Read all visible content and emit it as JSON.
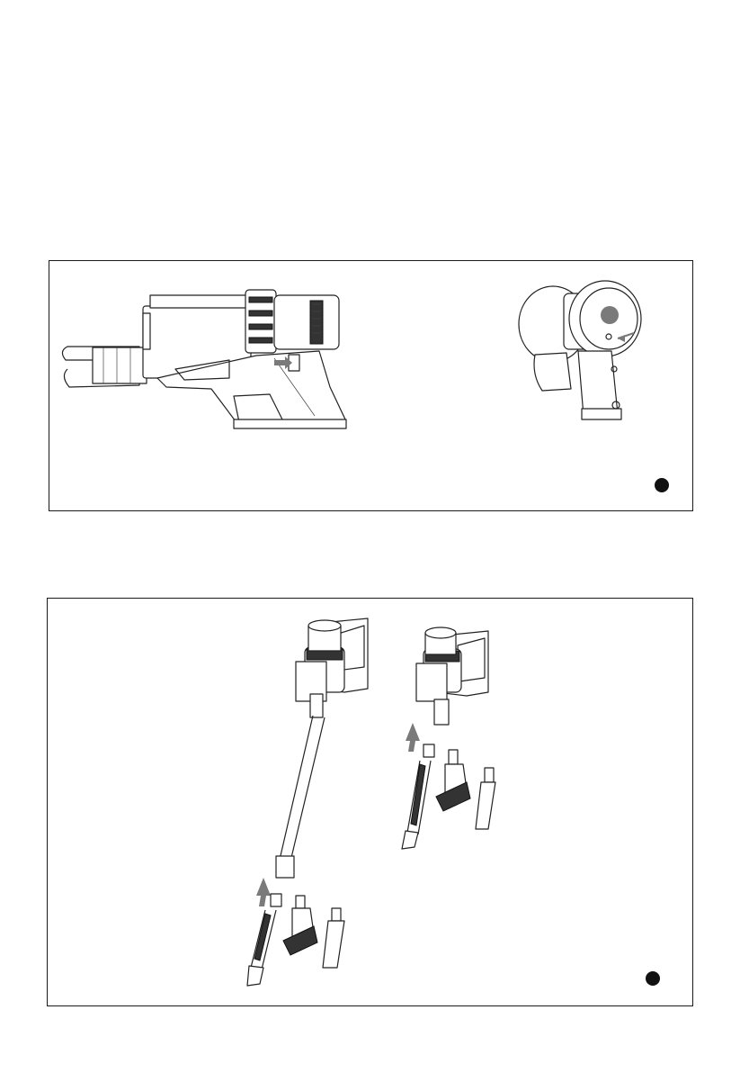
{
  "figures": [
    {
      "id": "panel-1",
      "marker_color": "#111111",
      "arrow_color": "#7a7a7a"
    },
    {
      "id": "panel-2",
      "marker_color": "#111111",
      "arrow_color": "#7a7a7a"
    }
  ],
  "icons": [
    "vacuum-handheld-side-view",
    "vacuum-handheld-rear-view",
    "vacuum-stick-with-tube",
    "vacuum-handheld-with-accessories",
    "up-arrow-icon",
    "right-arrow-icon"
  ]
}
